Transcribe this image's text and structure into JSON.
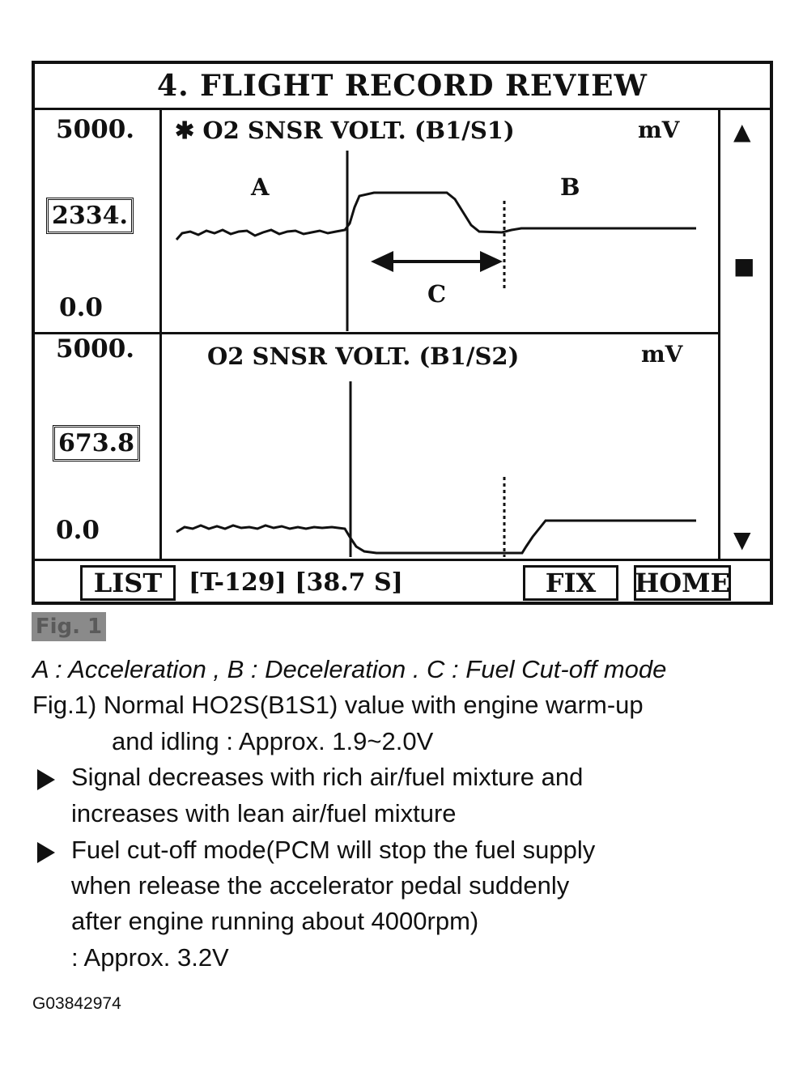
{
  "screen": {
    "title": "4. FLIGHT RECORD REVIEW",
    "panel1": {
      "title": "✱ O2 SNSR VOLT. (B1/S1)",
      "unit": "mV",
      "scale_max": "5000.",
      "scale_min": "0.0",
      "current": "2334.",
      "label_a": "A",
      "label_b": "B",
      "label_c": "C"
    },
    "panel2": {
      "title": "O2 SNSR VOLT. (B1/S2)",
      "unit": "mV",
      "scale_max": "5000.",
      "scale_min": "0.0",
      "current": "673.8"
    },
    "scroll": {
      "up_icon": "▲",
      "thumb_icon": "■",
      "down_icon": "▼"
    },
    "bottom": {
      "list_label": "LIST",
      "status": "[T-129]  [38.7 S]",
      "fix_label": "FIX",
      "home_label": "HOME"
    }
  },
  "figure_tag": "Fig. 1",
  "captions": {
    "legend": "A : Acceleration , B : Deceleration . C : Fuel Cut-off mode",
    "fig_line1": "Fig.1) Normal HO2S(B1S1) value with engine warm-up",
    "fig_line2": "and idling : Approx. 1.9~2.0V",
    "bullet1_line1": "Signal decreases with rich air/fuel mixture and",
    "bullet1_line2": "increases with lean air/fuel mixture",
    "bullet2_line1": "Fuel cut-off mode(PCM will stop the fuel supply",
    "bullet2_line2": "when release the accelerator pedal suddenly",
    "bullet2_line3": "after engine running about 4000rpm)",
    "bullet2_line4": ": Approx. 3.2V"
  },
  "image_code": "G03842974",
  "colors": {
    "ink": "#111111",
    "tag_bg": "#8a8a8a"
  }
}
